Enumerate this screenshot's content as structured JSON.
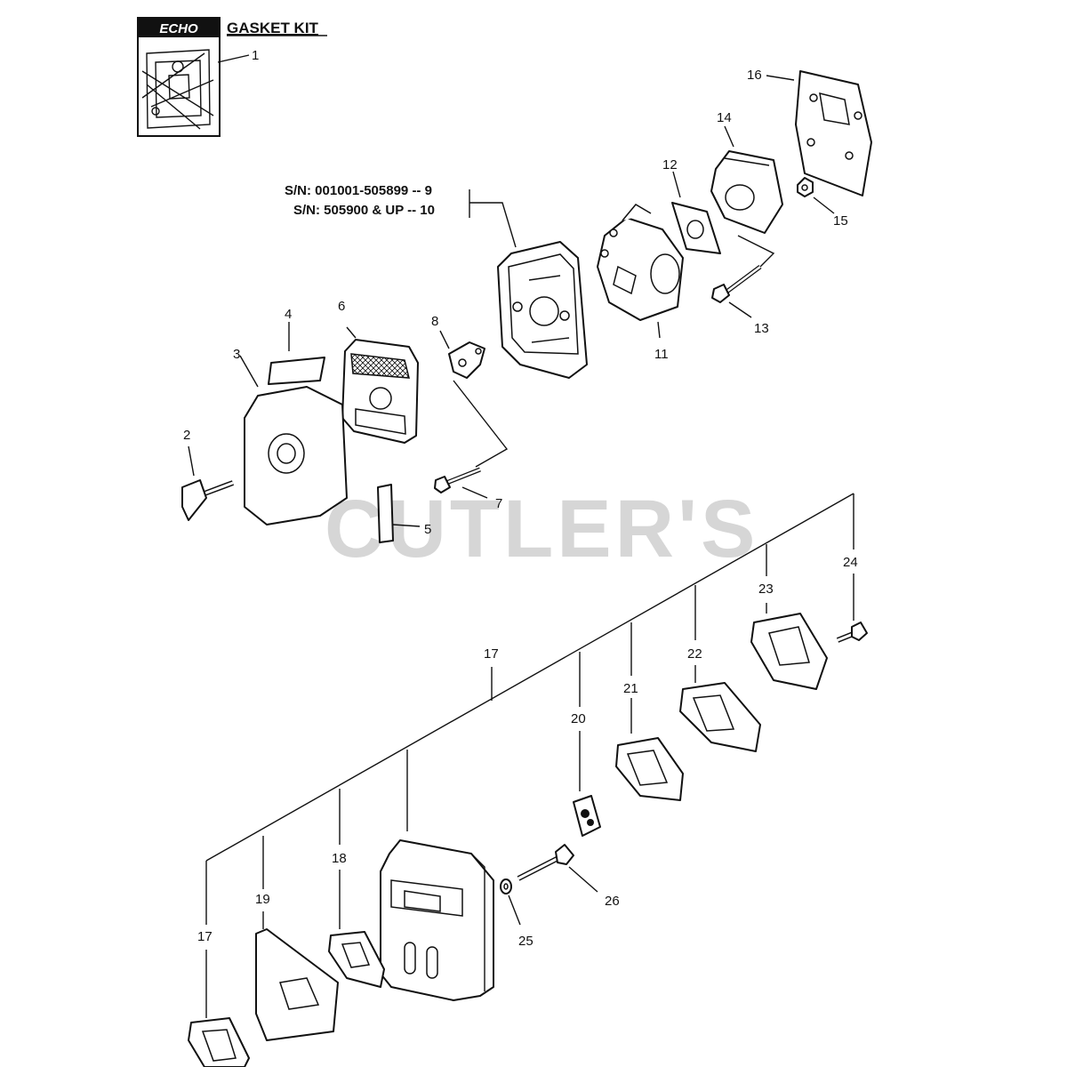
{
  "diagram": {
    "brand_logo": "ECHO",
    "kit_title": "GASKET KIT",
    "watermark": "CUTLER'S",
    "serial_notes": {
      "line1": "S/N: 001001-505899 -- 9",
      "line2": "S/N: 505900 & UP -- 10"
    },
    "callouts": {
      "c1": "1",
      "c2": "2",
      "c3": "3",
      "c4": "4",
      "c5": "5",
      "c6": "6",
      "c7": "7",
      "c8": "8",
      "c11": "11",
      "c12": "12",
      "c13": "13",
      "c14": "14",
      "c15": "15",
      "c16": "16",
      "c17a": "17",
      "c17b": "17",
      "c18": "18",
      "c19": "19",
      "c20": "20",
      "c21": "21",
      "c22": "22",
      "c23": "23",
      "c24": "24",
      "c25": "25",
      "c26": "26"
    }
  }
}
